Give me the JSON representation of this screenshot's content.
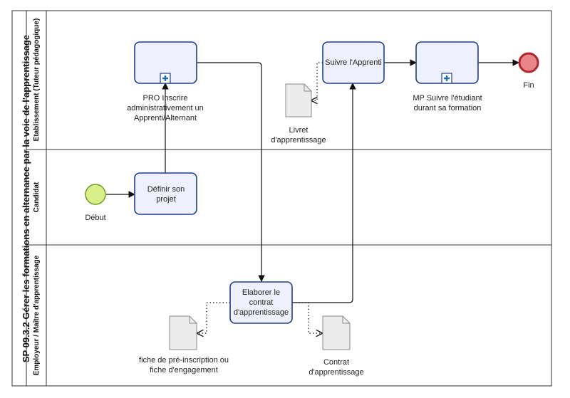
{
  "pool": {
    "title": "SP 09.3.2 Gérer les formations en alternance par la voie de l'apprentissage"
  },
  "lanes": [
    {
      "label": "Etablissement (Tuteur pédagogique)"
    },
    {
      "label": "Candidat"
    },
    {
      "label": "Employeur / Maître d'apprentissage"
    }
  ],
  "nodes": {
    "start_event": "Début",
    "end_event": "Fin",
    "task_definir": "Définir son projet",
    "subprocess_inscrire": "PRO Inscrire administrativement un Apprenti/Alternant",
    "task_suivre": "Suivre l'Apprenti",
    "subprocess_mp_suivre": "MP Suivre l'étudiant durant sa formation",
    "task_elaborer": "Elaborer le contrat d'apprentissage",
    "doc_livret": "Livret d'apprentissage",
    "doc_fiche": "fiche de pré-inscription ou fiche d'engagement",
    "doc_contrat": "Contrat d'apprentissage"
  },
  "colors": {
    "task_fill": "#eef1fd",
    "task_stroke": "#1f3f8a",
    "start_fill": "#d9f08a",
    "start_stroke": "#6a9a1c",
    "end_fill": "#e9868c",
    "end_stroke": "#b0262e",
    "doc_fill": "#ececec",
    "doc_stroke": "#8a8a8a",
    "plus_fill": "#1f6fa8"
  }
}
